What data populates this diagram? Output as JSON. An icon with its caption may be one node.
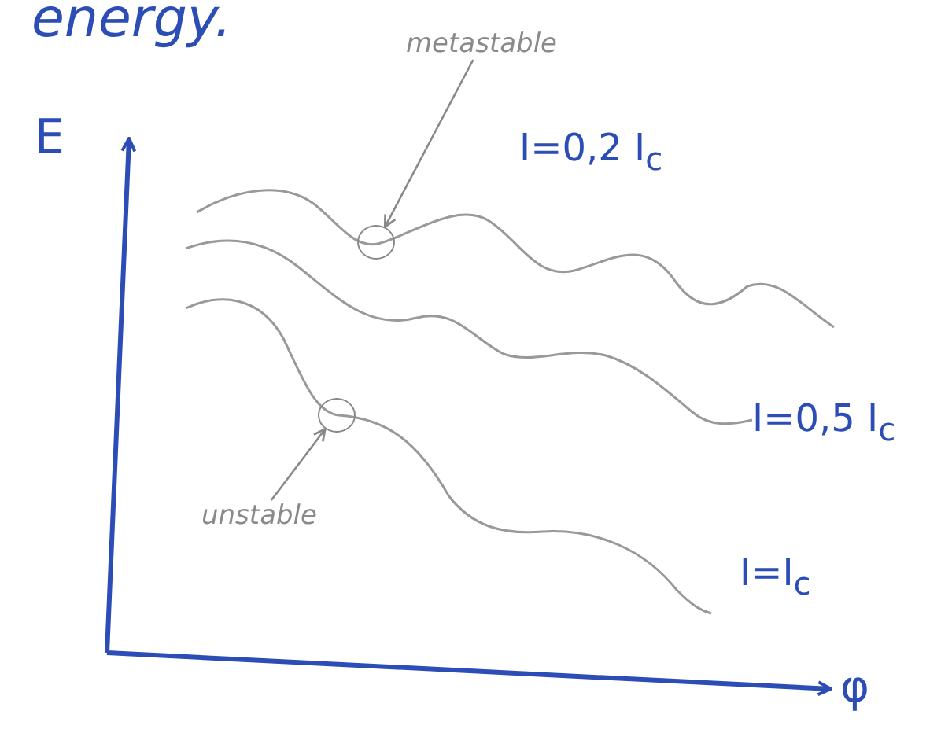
{
  "diagram": {
    "title": "energy.",
    "nodes": [
      {
        "text": [
          "metastable"
        ]
      },
      {
        "text": [],
        "shape": "circle"
      },
      {
        "text": [
          "unstable"
        ]
      },
      {
        "text": [],
        "shape": "circle"
      }
    ],
    "edges": [
      {
        "from": 0,
        "to": 1,
        "arrow": "to"
      },
      {
        "from": 2,
        "to": 3,
        "arrow": "to"
      }
    ],
    "labels": [
      "E",
      "I=0,2 I$_{c}$",
      "I=0,5 I$_{c}$",
      "I=I$_{c}$",
      "φ"
    ]
  }
}
